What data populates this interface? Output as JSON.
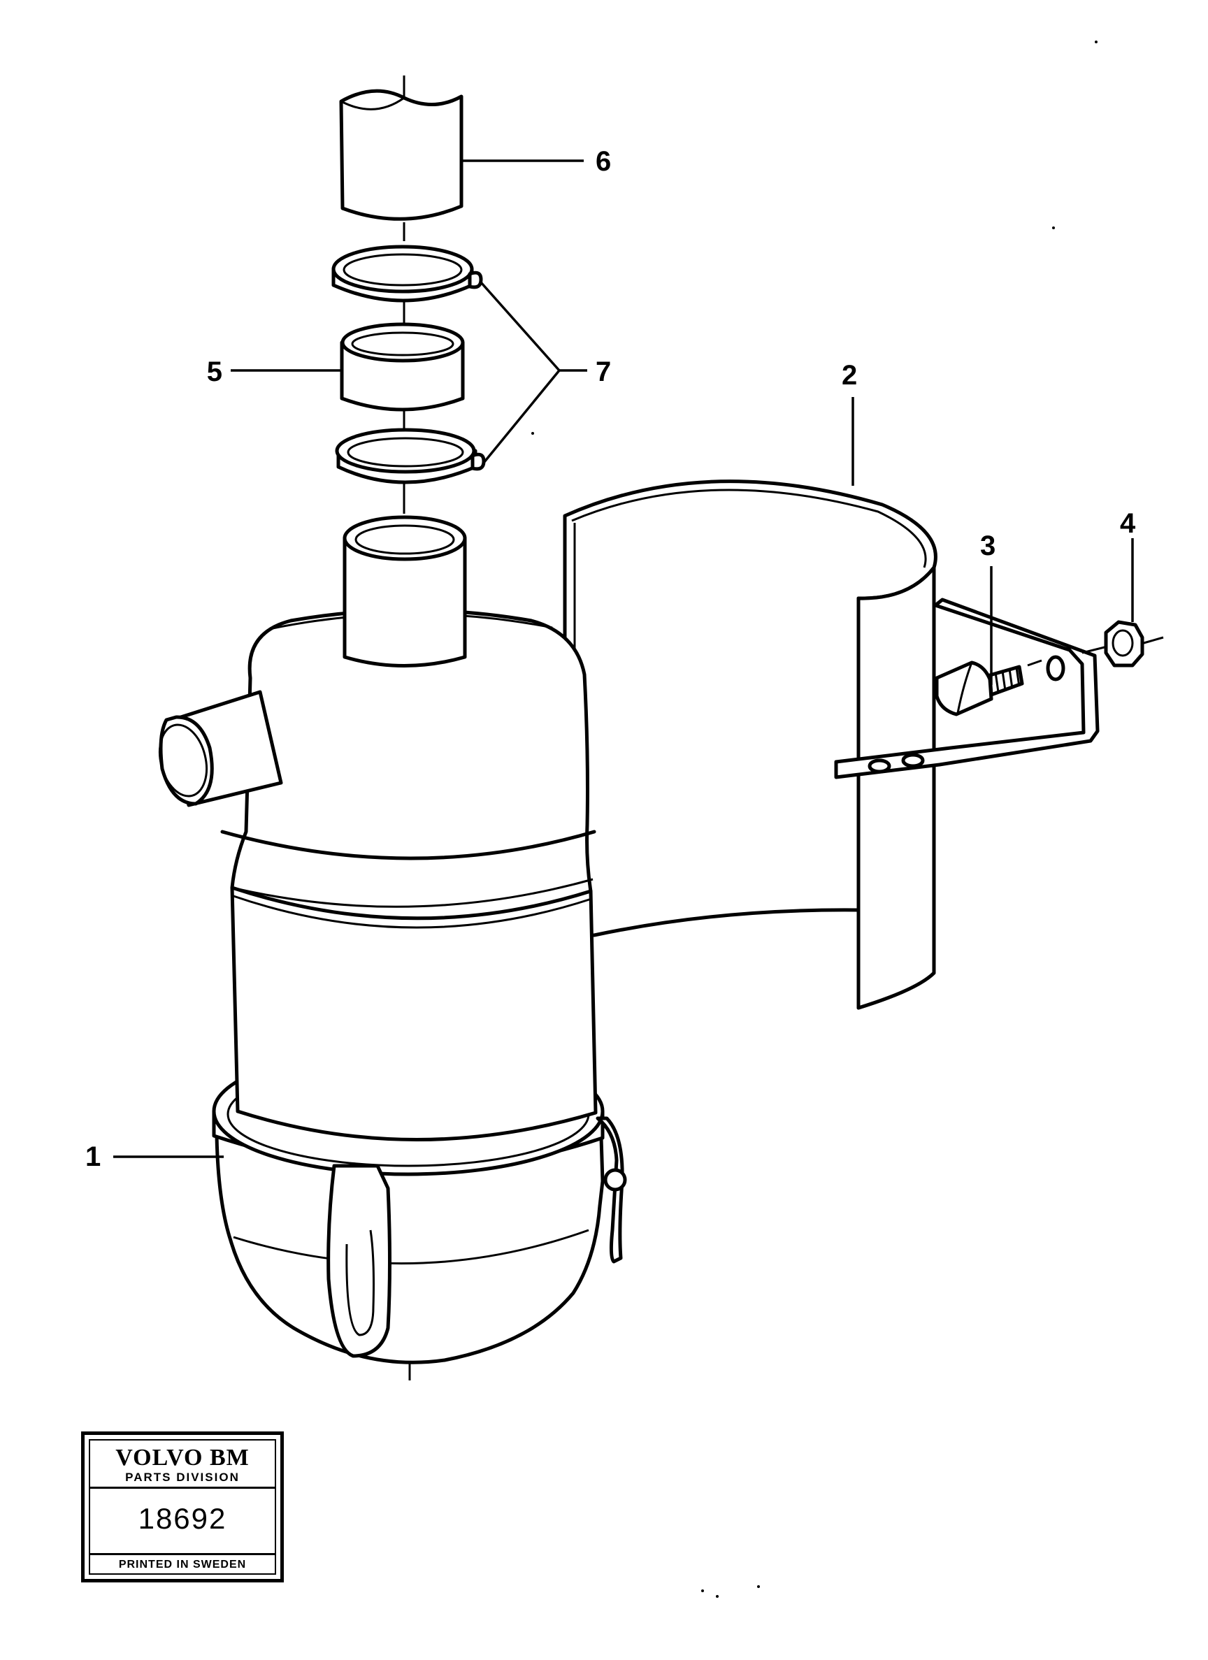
{
  "callouts": [
    "1",
    "2",
    "3",
    "4",
    "5",
    "6",
    "7"
  ],
  "stamp": {
    "brand": "VOLVO BM",
    "division": "PARTS DIVISION",
    "number": "18692",
    "printed": "PRINTED IN SWEDEN"
  }
}
